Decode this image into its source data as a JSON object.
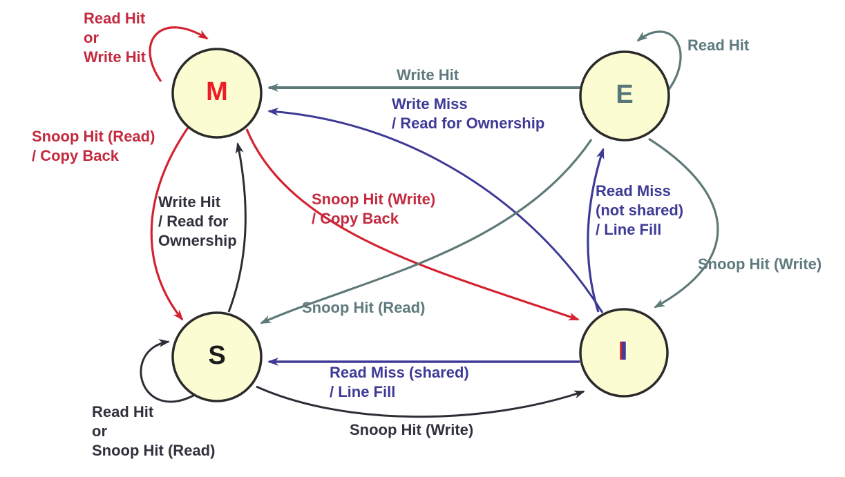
{
  "diagram": {
    "kind": "state-transition-diagram",
    "colors": {
      "node_fill": "#fcfcd2",
      "node_border": "#2b2b2b",
      "red_arrow": "#d32330",
      "red_text": "#c32a3e",
      "gray": "#5e7a78",
      "purple": "#3e3a96",
      "black": "#2e2d36",
      "m_letter": "#ec1c24",
      "e_letter": "#567776",
      "s_letter": "#1b1b1b",
      "i_letter": "#3a3f9e"
    },
    "nodes": {
      "m": {
        "label": "M"
      },
      "e": {
        "label": "E"
      },
      "s": {
        "label": "S"
      },
      "i": {
        "label": "I"
      }
    },
    "edges": {
      "m_self": {
        "from": "M",
        "to": "M",
        "label": "Read Hit\nor\nWrite Hit"
      },
      "e_to_m": {
        "from": "E",
        "to": "M",
        "label": "Write Hit"
      },
      "i_to_m": {
        "from": "I",
        "to": "M",
        "label": "Write Miss\n/ Read for Ownership"
      },
      "e_self": {
        "from": "E",
        "to": "E",
        "label": "Read Hit"
      },
      "m_to_s": {
        "from": "M",
        "to": "S",
        "label": "Snoop Hit (Read)\n/ Copy Back"
      },
      "s_to_m": {
        "from": "S",
        "to": "M",
        "label": "Write Hit\n/ Read for\nOwnership"
      },
      "m_to_i": {
        "from": "M",
        "to": "I",
        "label": "Snoop Hit (Write)\n/ Copy Back"
      },
      "i_to_e": {
        "from": "I",
        "to": "E",
        "label": "Read Miss\n(not shared)\n/ Line Fill"
      },
      "e_to_i": {
        "from": "E",
        "to": "I",
        "label": "Snoop Hit (Write)"
      },
      "e_to_s": {
        "from": "E",
        "to": "S",
        "label": "Snoop Hit (Read)"
      },
      "i_to_s": {
        "from": "I",
        "to": "S",
        "label": "Read Miss (shared)\n/ Line Fill"
      },
      "s_to_i": {
        "from": "S",
        "to": "I",
        "label": "Snoop Hit (Write)"
      },
      "s_self": {
        "from": "S",
        "to": "S",
        "label": "Read Hit\nor\nSnoop Hit (Read)"
      }
    }
  }
}
